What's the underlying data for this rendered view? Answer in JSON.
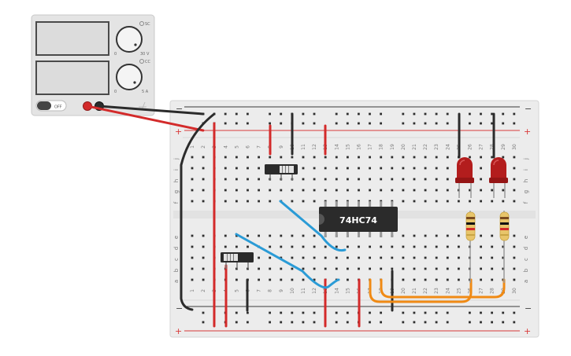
{
  "colors": {
    "background": "#ffffff",
    "board": "#ececec",
    "board_edge": "#d6d6d6",
    "rail_red": "#d93a3a",
    "rail_dark": "#3a3a3a",
    "hole": "#2e2e2e",
    "wire_red": "#d32a2a",
    "wire_black": "#2b2b2b",
    "wire_blue": "#2a9bd6",
    "wire_orange": "#f08a14",
    "led_red": "#b31d1d",
    "resistor_body": "#e8c56a",
    "chip": "#2b2b2b",
    "supply_body": "#e4e4e4",
    "supply_screen": "#dcdcdc"
  },
  "power_supply": {
    "label_sc": "SC",
    "label_cc": "CC",
    "knob1_min": "0",
    "knob1_max": "30 V",
    "knob2_min": "0",
    "knob2_max": "5 A",
    "off_button": "OFF"
  },
  "breadboard": {
    "rail_minus": "−",
    "rail_plus": "+",
    "columns": [
      "1",
      "2",
      "3",
      "4",
      "5",
      "6",
      "7",
      "8",
      "9",
      "10",
      "11",
      "12",
      "13",
      "14",
      "15",
      "16",
      "17",
      "18",
      "19",
      "20",
      "21",
      "22",
      "23",
      "24",
      "25",
      "26",
      "27",
      "28",
      "29",
      "30"
    ],
    "rows_top": [
      "j",
      "i",
      "h",
      "g",
      "f"
    ],
    "rows_bottom": [
      "e",
      "d",
      "c",
      "b",
      "a"
    ]
  },
  "chip": {
    "label": "74HC74"
  },
  "components": {
    "switches": [
      "switch-top",
      "switch-bottom"
    ],
    "leds": [
      "led-1",
      "led-2"
    ],
    "resistors": [
      "resistor-1",
      "resistor-2"
    ]
  }
}
